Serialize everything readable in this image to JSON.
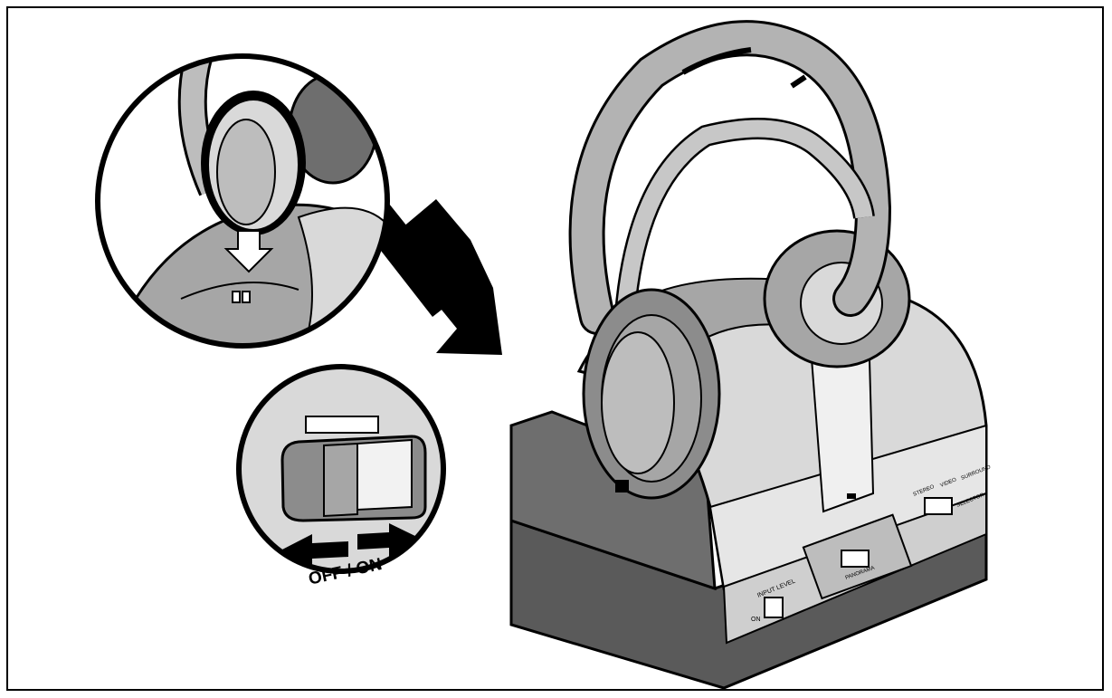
{
  "figure": {
    "switch_caption": "OFF / ON",
    "panel_labels": {
      "input_level": "INPUT LEVEL",
      "on": "ON",
      "panorama": "PANORAMA",
      "selector": "SELECTOR",
      "stereo": "STEREO",
      "video": "VIDEO",
      "surround": "SURROUND"
    },
    "colors": {
      "ink": "#000000",
      "light_gray": "#d9d9d9",
      "mid_gray": "#a6a6a6",
      "dark_gray": "#6e6e6e",
      "base_dark": "#5a5a5a"
    }
  }
}
